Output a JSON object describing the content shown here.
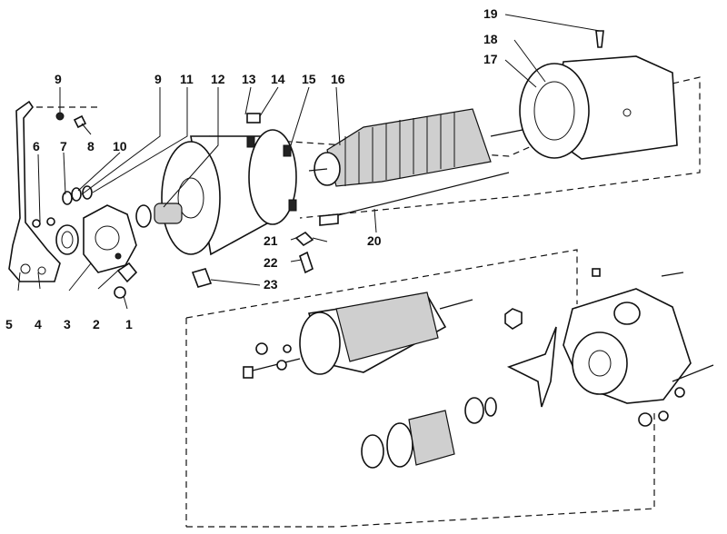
{
  "labels": [
    "1",
    "2",
    "3",
    "4",
    "5",
    "6",
    "7",
    "8",
    "9",
    "9",
    "10",
    "11",
    "12",
    "13",
    "14",
    "15",
    "16",
    "17",
    "18",
    "19",
    "20",
    "21",
    "22",
    "23"
  ]
}
